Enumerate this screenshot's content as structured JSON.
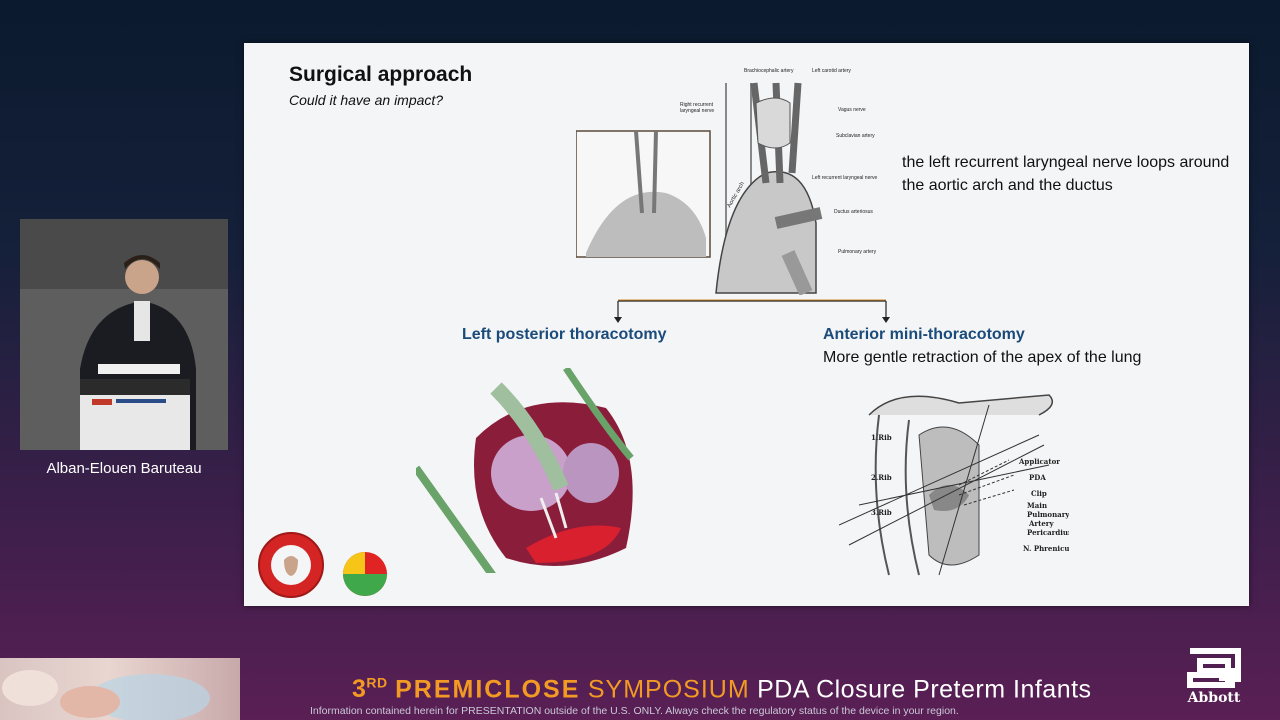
{
  "slide": {
    "title": "Surgical approach",
    "subtitle": "Could it have an impact?",
    "note": "the left recurrent laryngeal nerve loops around the aortic arch and the ductus",
    "left_branch": {
      "label": "Left posterior thoracotomy"
    },
    "right_branch": {
      "label": "Anterior mini-thoracotomy",
      "description": "More gentle retraction of the apex of the lung"
    },
    "anatomy_labels": [
      "Brachiocephalic artery",
      "Left carotid artery",
      "Right recurrent laryngeal nerve",
      "Vagus nerve",
      "Subclavian artery",
      "Left recurrent laryngeal nerve",
      "Ductus arteriosus",
      "Pulmonary artery",
      "Aortic arch"
    ],
    "thoracotomy_labels": [
      "1.Rib",
      "2.Rib",
      "3.Rib",
      "Applicator",
      "PDA",
      "Clip",
      "Main",
      "Pulmonary",
      "Artery",
      "Pericardium",
      "N. Phrenicus"
    ]
  },
  "speaker": {
    "name": "Alban-Elouen Baruteau"
  },
  "banner": {
    "number": "3",
    "ordinal": "RD",
    "premiclose": "PREMICLOSE",
    "symposium": "SYMPOSIUM",
    "topic": "PDA Closure Preterm Infants",
    "disclaimer": "Information contained herein for PRESENTATION outside of the U.S. ONLY. Always check the regulatory status of the device in your region.",
    "brand": "Abbott"
  },
  "colors": {
    "branch_label": "#1b4b7a",
    "banner_orange": "#f29a23",
    "slide_bg": "#f4f5f6"
  }
}
